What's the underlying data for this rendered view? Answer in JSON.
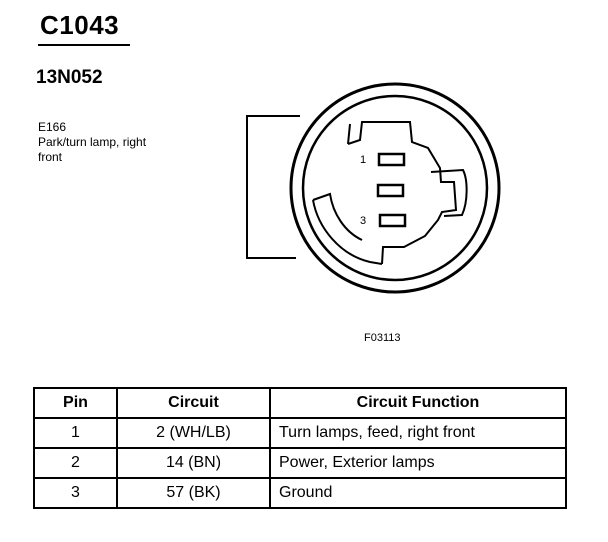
{
  "connector": {
    "id": "C1043",
    "part_number": "13N052",
    "description_lines": [
      "E166",
      "Park/turn lamp, right",
      "front"
    ],
    "figure_ref": "F03113",
    "pin_labels": [
      "1",
      "3"
    ]
  },
  "table": {
    "headers": [
      "Pin",
      "Circuit",
      "Circuit Function"
    ],
    "rows": [
      {
        "pin": "1",
        "circuit": "2 (WH/LB)",
        "function": "Turn lamps, feed, right front"
      },
      {
        "pin": "2",
        "circuit": "14 (BN)",
        "function": "Power, Exterior lamps"
      },
      {
        "pin": "3",
        "circuit": "57 (BK)",
        "function": "Ground"
      }
    ]
  }
}
